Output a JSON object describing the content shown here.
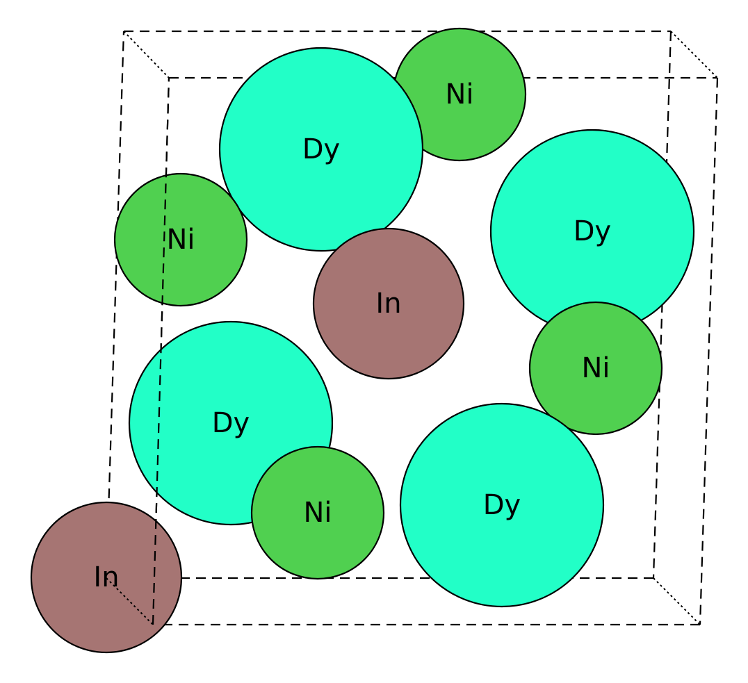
{
  "elements": {
    "Dy": {
      "label": "Dy",
      "color": "#22ffc7"
    },
    "Ni": {
      "label": "Ni",
      "color": "#50d050"
    },
    "In": {
      "label": "In",
      "color": "#a67573"
    }
  },
  "atoms": [
    {
      "element": "Ni"
    },
    {
      "element": "Dy"
    },
    {
      "element": "Ni"
    },
    {
      "element": "In"
    },
    {
      "element": "Dy"
    },
    {
      "element": "Ni"
    },
    {
      "element": "Dy"
    },
    {
      "element": "Ni"
    },
    {
      "element": "Dy"
    },
    {
      "element": "In"
    }
  ]
}
